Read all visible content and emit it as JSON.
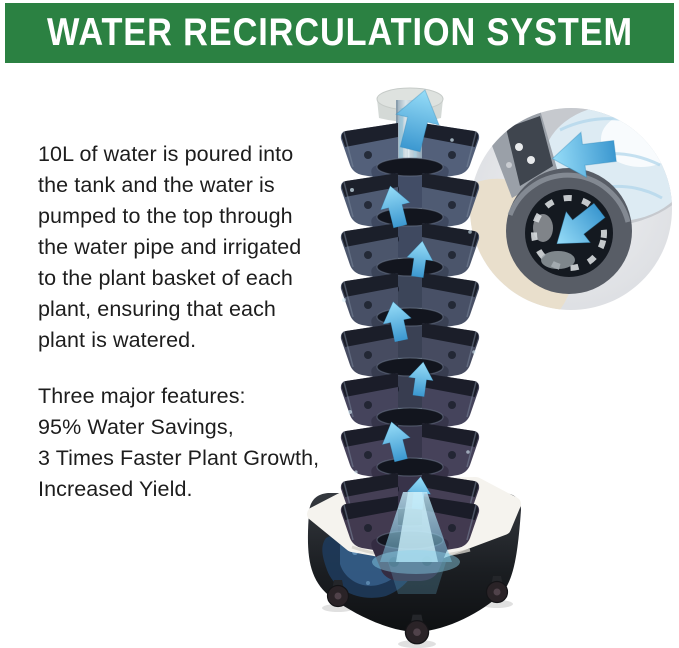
{
  "banner": {
    "title": "WATER RECIRCULATION SYSTEM",
    "bg_color": "#2b8142",
    "text_color": "#ffffff"
  },
  "description": {
    "lines": [
      "10L of water is poured into",
      "the tank and the water is",
      "pumped to the top through",
      "the water pipe and irrigated",
      "to the plant basket of each",
      "plant, ensuring that each",
      "plant is watered."
    ]
  },
  "features": {
    "lines": [
      "Three major features:",
      "95% Water Savings,",
      "3 Times Faster Plant Growth,",
      "Increased Yield."
    ]
  },
  "illustration": {
    "tower": {
      "tiers_visible": 9,
      "pod_color": "#4c5669",
      "pod_color_lower": "#473f54",
      "pipe_color": "#b9c9d4"
    },
    "water_arrows": {
      "color": "#52abdc",
      "direction": "up the pipe, out at the top, down into the tank"
    },
    "inset": {
      "shows": "close-up of top sprinkler basket",
      "ring_color": "#585d66"
    },
    "tank": {
      "body_color": "#1b1e22",
      "lid_color": "#f5f3ee",
      "wheels_visible": 3,
      "has_water_level_gauge": true
    },
    "spray_color": "#8fd4ee"
  }
}
